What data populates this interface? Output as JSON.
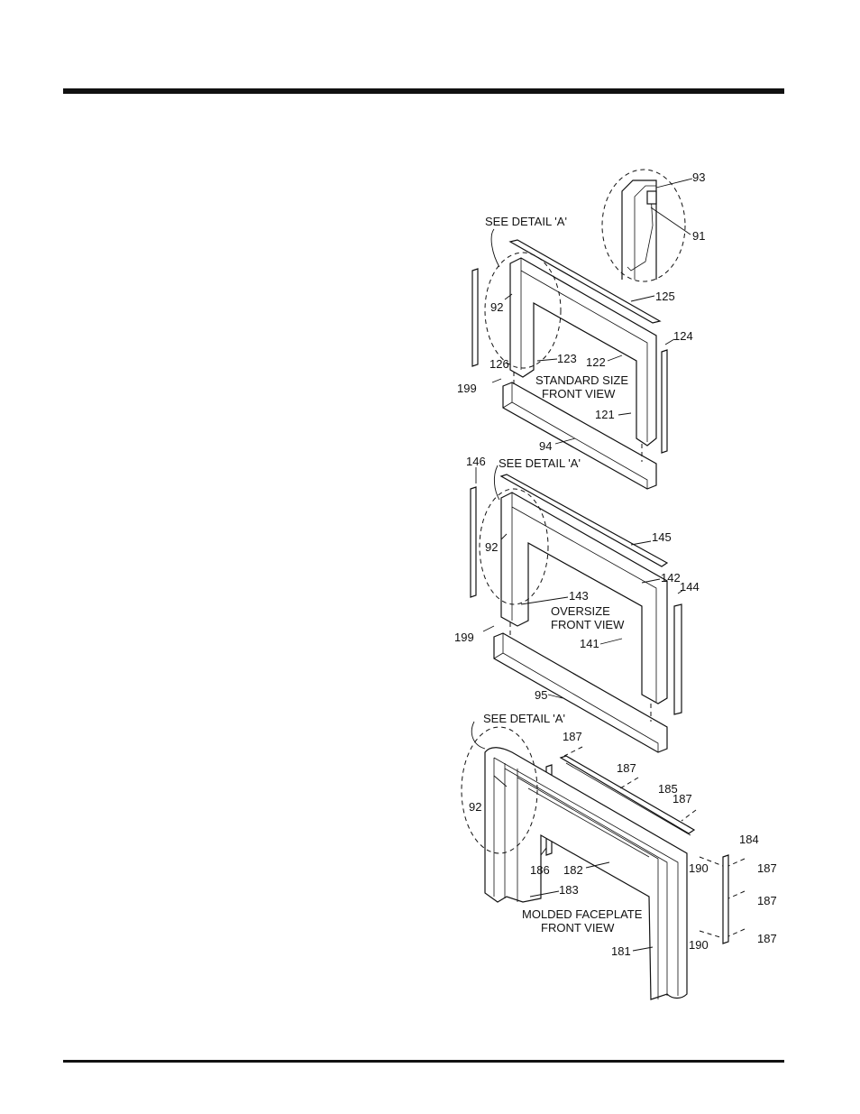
{
  "header_rule": true,
  "footer_rule": true,
  "callouts": {
    "standard": {
      "see_detail": "SEE DETAIL 'A'",
      "view_line1": "STANDARD SIZE",
      "view_line2": "FRONT VIEW",
      "p93": "93",
      "p91": "91",
      "p125": "125",
      "p92": "92",
      "p124": "124",
      "p122": "122",
      "p123": "123",
      "p126": "126",
      "p199": "199",
      "p121": "121",
      "p94": "94"
    },
    "oversize": {
      "see_detail": "SEE DETAIL 'A'",
      "view_line1": "OVERSIZE",
      "view_line2": "FRONT VIEW",
      "p146": "146",
      "p145": "145",
      "p92": "92",
      "p142": "142",
      "p144": "144",
      "p143": "143",
      "p199": "199",
      "p141": "141",
      "p95": "95"
    },
    "molded": {
      "see_detail": "SEE DETAIL 'A'",
      "view_line1": "MOLDED FACEPLATE",
      "view_line2": "FRONT VIEW",
      "p187a": "187",
      "p187b": "187",
      "p185": "185",
      "p187c": "187",
      "p92": "92",
      "p184": "184",
      "p186": "186",
      "p182": "182",
      "p190a": "190",
      "p187d": "187",
      "p187e": "187",
      "p183": "183",
      "p190b": "190",
      "p187f": "187",
      "p181": "181"
    }
  }
}
